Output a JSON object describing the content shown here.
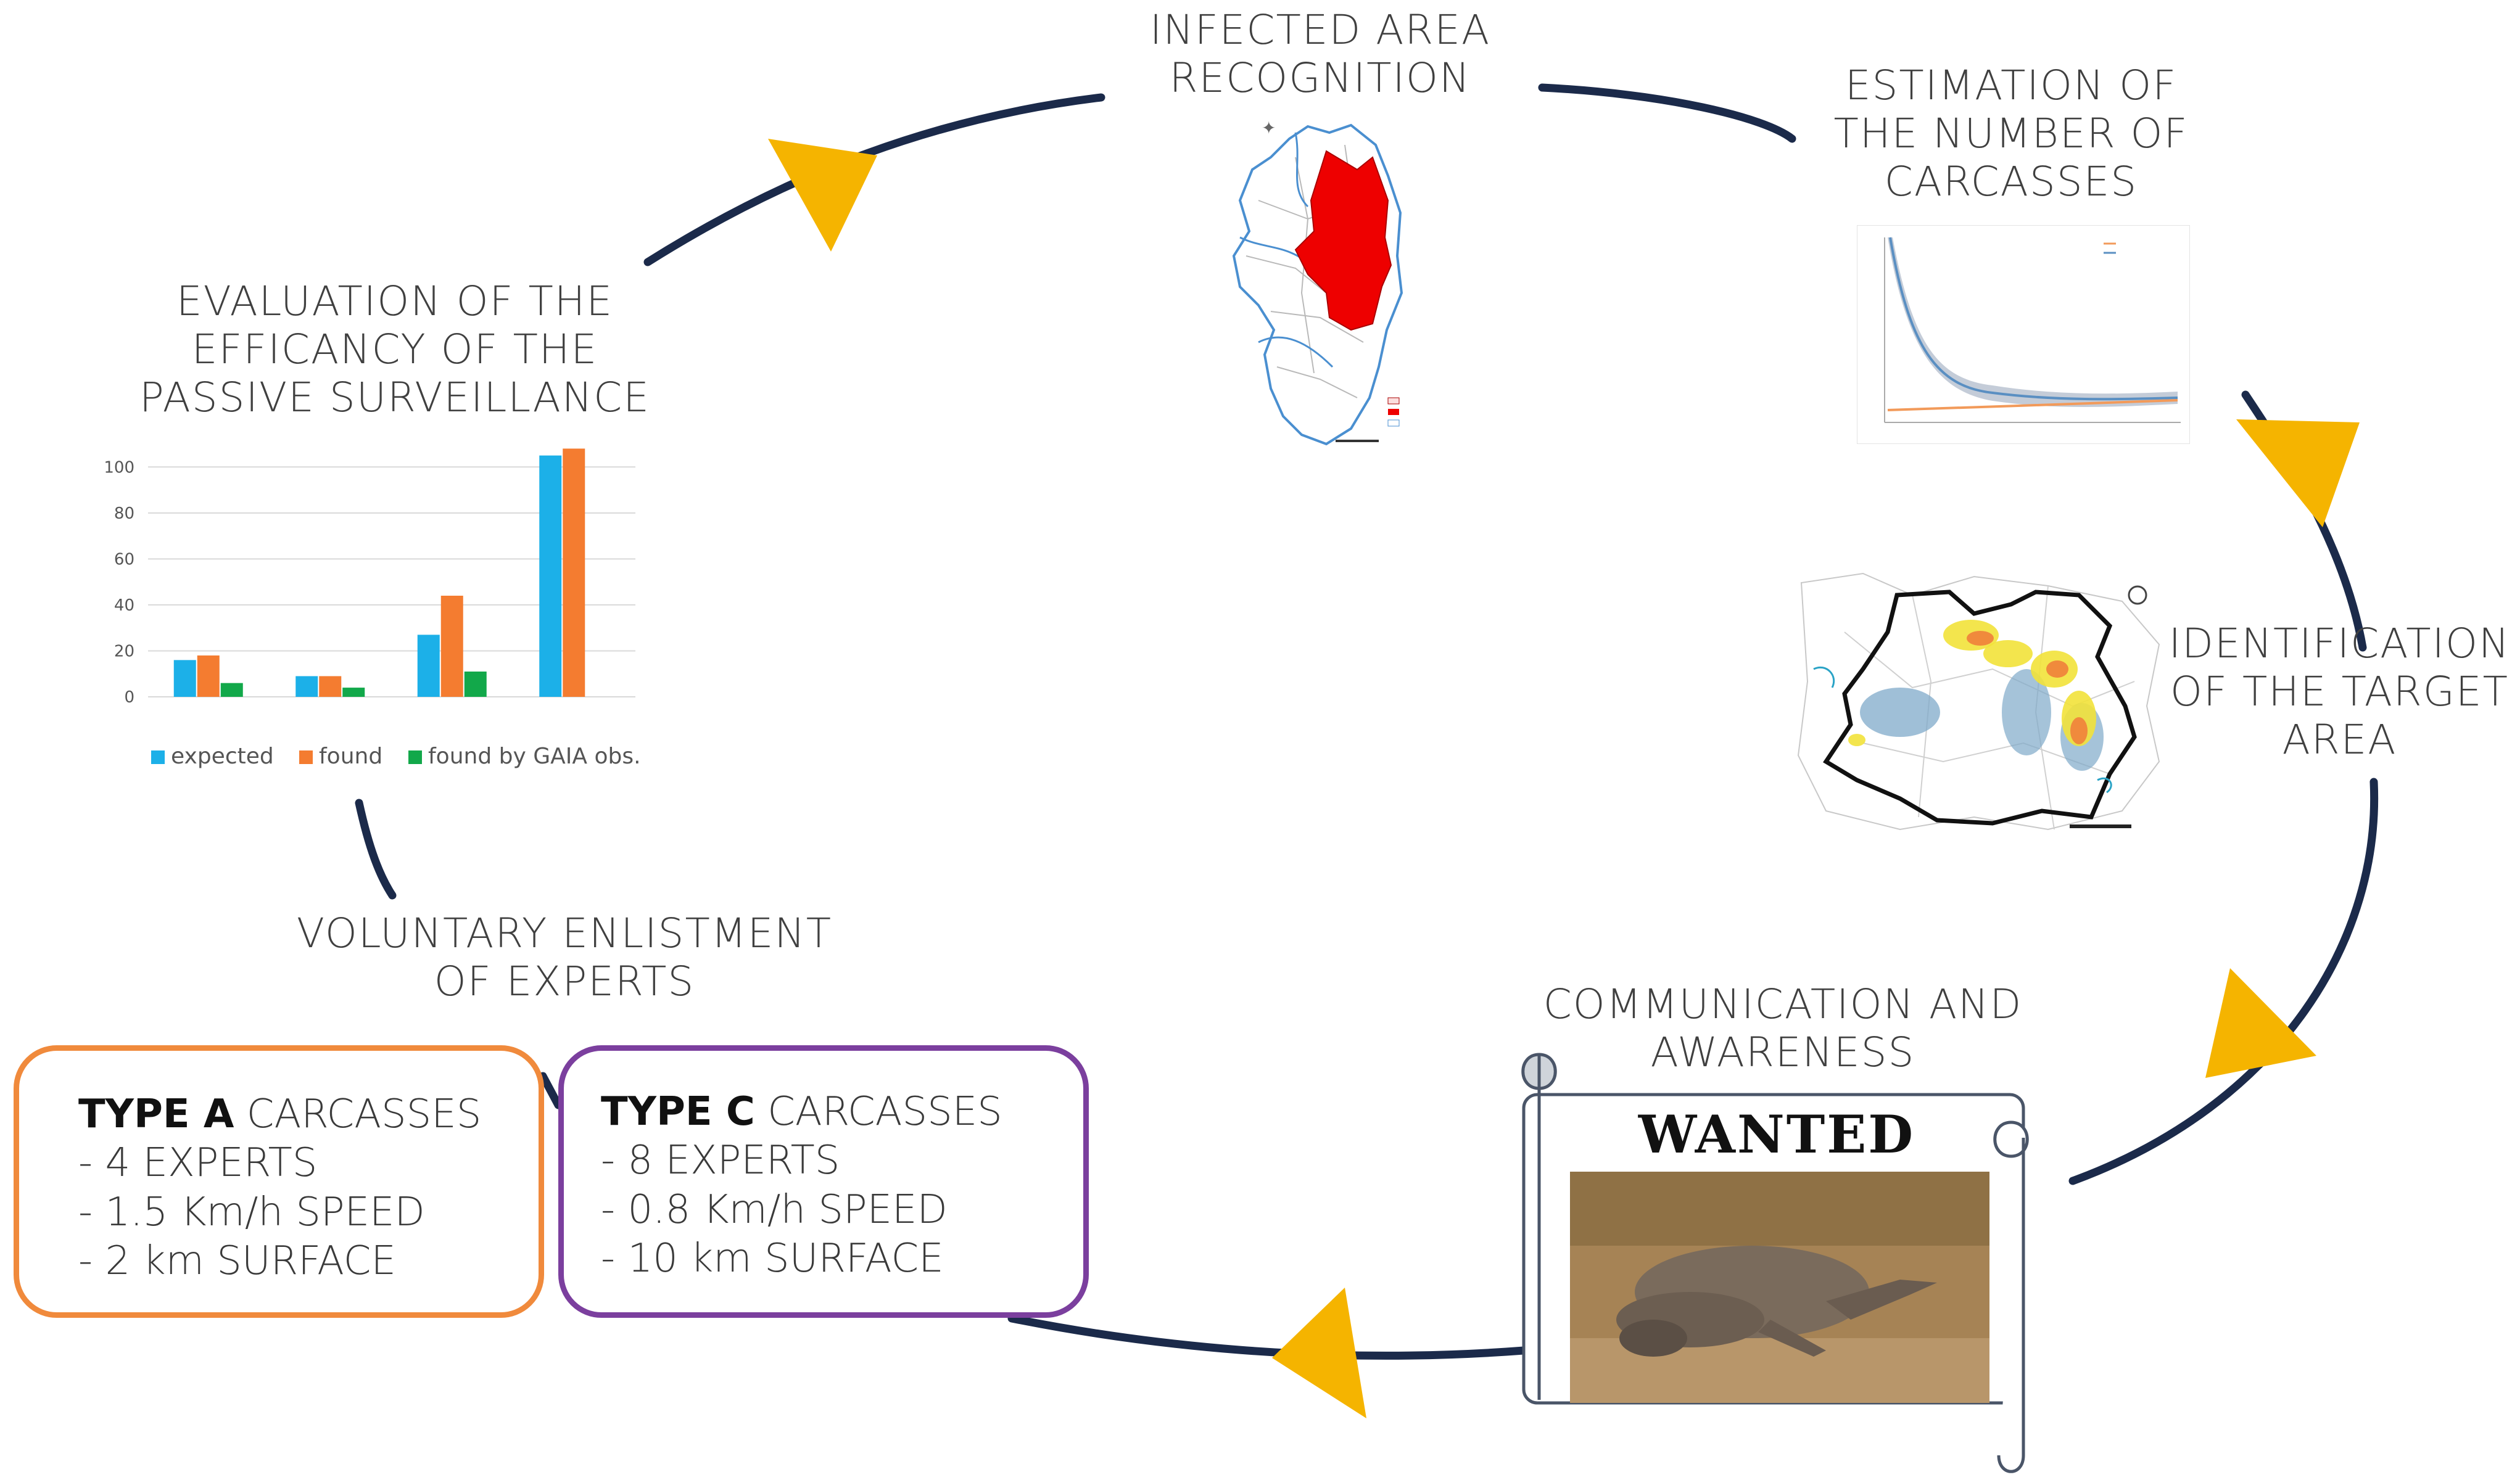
{
  "labels": {
    "infected_area": [
      "INFECTED AREA",
      "RECOGNITION"
    ],
    "estimation": [
      "ESTIMATION OF",
      "THE NUMBER OF",
      "CARCASSES"
    ],
    "identification": [
      "IDENTIFICATION",
      "OF THE TARGET",
      "AREA"
    ],
    "communication": [
      "COMMUNICATION AND",
      "AWARENESS"
    ],
    "voluntary": [
      "VOLUNTARY ENLISTMENT",
      "OF EXPERTS"
    ],
    "evaluation": [
      "EVALUATION OF THE",
      "EFFICANCY OF THE",
      "PASSIVE SURVEILLANCE"
    ]
  },
  "wanted_poster": {
    "title": "WANTED"
  },
  "type_a": {
    "title_bold": "TYPE A",
    "title_rest": " CARCASSES",
    "lines": [
      "- 4 EXPERTS",
      "- 1.5 Km/h SPEED",
      "- 2 km SURFACE"
    ]
  },
  "type_c": {
    "title_bold": "TYPE C",
    "title_rest": " CARCASSES",
    "lines": [
      "- 8 EXPERTS",
      "- 0.8 Km/h SPEED",
      "- 10 km SURFACE"
    ]
  },
  "colors": {
    "cycle": "#1b2a4a",
    "arrow": "#f5b400",
    "type_a_border": "#f08a3c",
    "type_c_border": "#7b3f9e",
    "expected": "#1cb0e8",
    "found": "#f47c30",
    "found_gaia": "#12a84a",
    "infected_red": "#ee0000"
  },
  "chart_data": {
    "type": "bar",
    "categories": [
      "",
      "",
      "",
      ""
    ],
    "series": [
      {
        "name": "expected",
        "values": [
          16,
          9,
          27,
          105
        ]
      },
      {
        "name": "found",
        "values": [
          18,
          9,
          44,
          108
        ]
      },
      {
        "name": "found by GAIA obs.",
        "values": [
          6,
          4,
          11,
          0
        ]
      }
    ],
    "yticks": [
      0,
      20,
      40,
      60,
      80,
      100
    ],
    "ylim": [
      0,
      110
    ],
    "legend": "bottom",
    "grid": true
  }
}
